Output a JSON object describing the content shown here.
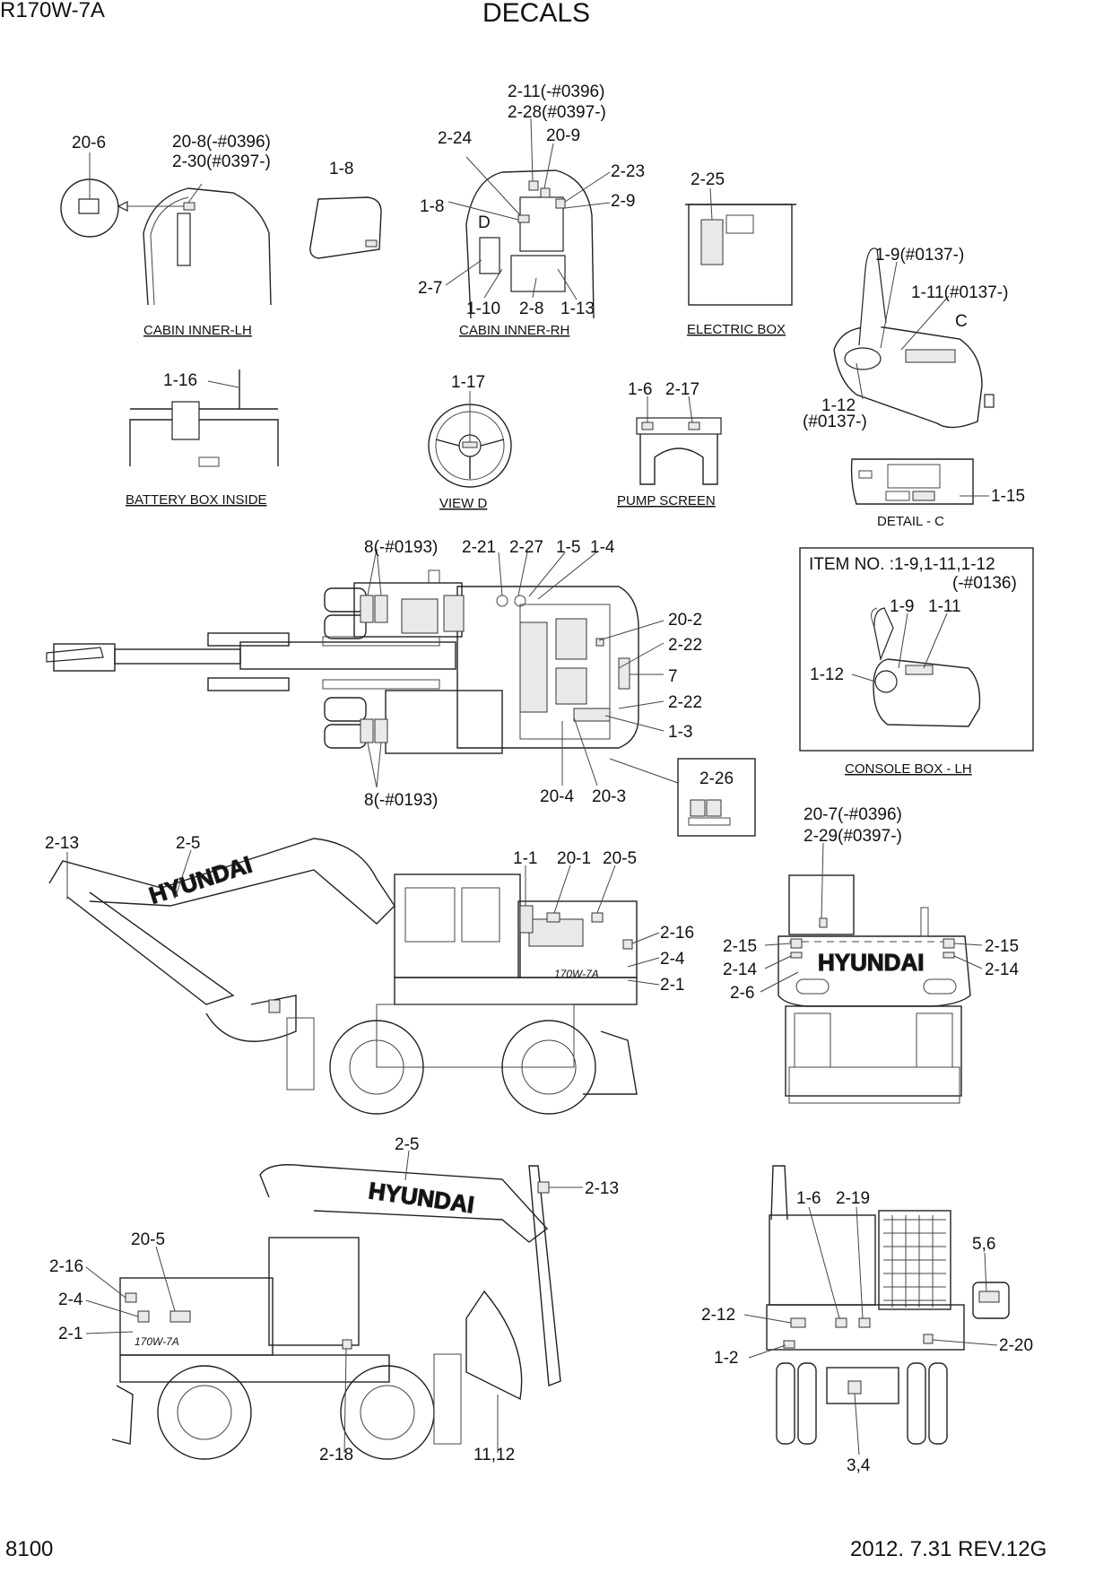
{
  "header": {
    "model": "R170W-7A",
    "title": "DECALS"
  },
  "footer": {
    "page": "8100",
    "revision": "2012. 7.31  REV.12G"
  },
  "views": {
    "cabin_lh": {
      "caption": "CABIN INNER-LH",
      "labels": [
        "20-6",
        "20-8(-#0396)",
        "2-30(#0397-)",
        "1-8"
      ]
    },
    "cabin_rh": {
      "caption": "CABIN INNER-RH",
      "labels": [
        "2-11(-#0396)",
        "2-28(#0397-)",
        "2-24",
        "20-9",
        "2-23",
        "2-9",
        "1-8",
        "D",
        "2-7",
        "1-10",
        "2-8",
        "1-13"
      ]
    },
    "electric_box": {
      "caption": "ELECTRIC BOX",
      "labels": [
        "2-25"
      ]
    },
    "console_detail": {
      "labels": [
        "1-9(#0137-)",
        "1-11(#0137-)",
        "C",
        "1-12",
        "(#0137-)"
      ]
    },
    "battery_box": {
      "caption": "BATTERY BOX INSIDE",
      "labels": [
        "1-16"
      ]
    },
    "view_d": {
      "caption": "VIEW D",
      "labels": [
        "1-17"
      ]
    },
    "pump_screen": {
      "caption": "PUMP SCREEN",
      "labels": [
        "1-6",
        "2-17"
      ]
    },
    "detail_c": {
      "caption": "DETAIL - C",
      "labels": [
        "1-15"
      ]
    },
    "console_box_lh": {
      "caption": "CONSOLE BOX - LH",
      "item_no_line1": "ITEM NO. :1-9,1-11,1-12",
      "item_no_line2": "(-#0136)",
      "labels": [
        "1-9",
        "1-11",
        "1-12"
      ]
    },
    "top_view": {
      "labels": [
        "8(-#0193)",
        "2-21",
        "2-27",
        "1-5",
        "1-4",
        "20-2",
        "2-22",
        "7",
        "2-22",
        "1-3",
        "20-4",
        "20-3",
        "8(-#0193)",
        "2-26"
      ]
    },
    "side_rh": {
      "labels": [
        "2-13",
        "2-5",
        "1-1",
        "20-1",
        "20-5",
        "2-16",
        "2-4",
        "2-1"
      ]
    },
    "rear_view": {
      "labels": [
        "20-7(-#0396)",
        "2-29(#0397-)",
        "2-15",
        "2-15",
        "2-14",
        "2-14",
        "2-6"
      ]
    },
    "side_lh": {
      "labels": [
        "2-5",
        "2-13",
        "20-5",
        "2-16",
        "2-4",
        "2-1",
        "2-18",
        "11,12"
      ]
    },
    "front_view": {
      "labels": [
        "1-6",
        "2-19",
        "5,6",
        "2-12",
        "2-20",
        "1-2",
        "3,4"
      ]
    }
  },
  "brand_text": "HYUNDAI",
  "model_badge": "170W-7A"
}
